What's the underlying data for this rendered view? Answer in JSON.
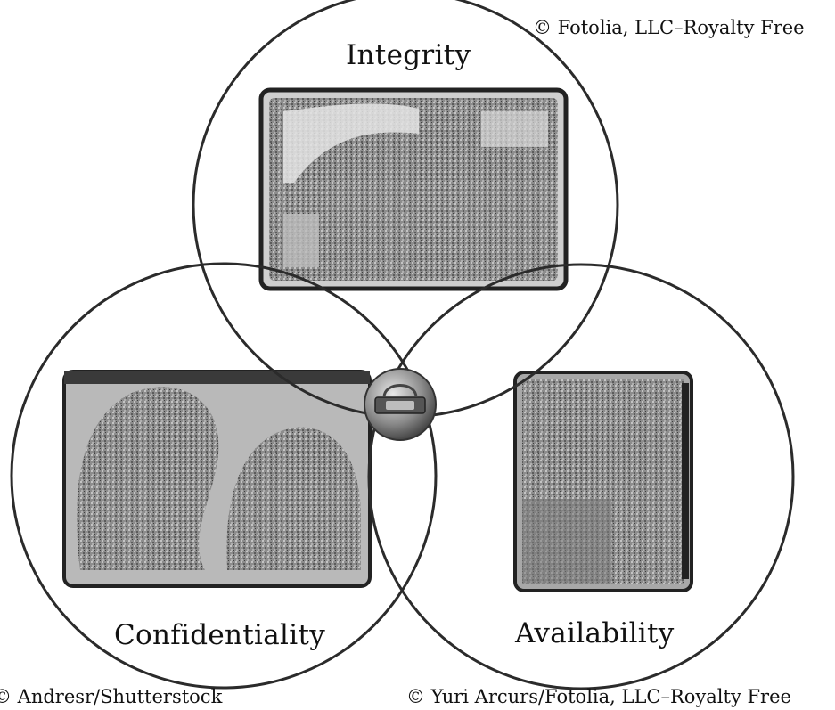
{
  "diagram": {
    "circles": {
      "integrity": {
        "label": "Integrity",
        "photo": "stacked-documents-photo"
      },
      "confidentiality": {
        "label": "Confidentiality",
        "photo": "whispering-couple-photo"
      },
      "availability": {
        "label": "Availability",
        "photo": "worker-with-files-photo"
      }
    },
    "center_icon": "security-lock-emblem",
    "colors": {
      "stroke": "#2b2b2b",
      "photo_tone": "#9a9a9a"
    }
  },
  "credits": {
    "top_right": "© Fotolia, LLC–Royalty Free",
    "bottom_left": "© Andresr/Shutterstock",
    "bottom_right": "© Yuri Arcurs/Fotolia, LLC–Royalty Free"
  }
}
